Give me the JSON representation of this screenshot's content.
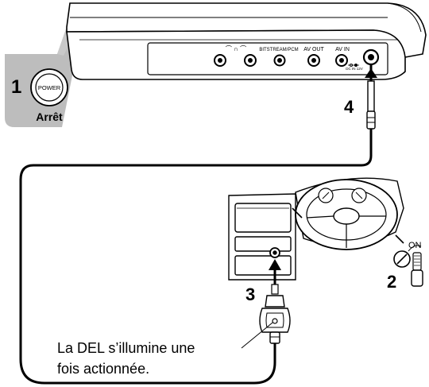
{
  "callout": {
    "step_number": "1",
    "button_text": "POWER",
    "caption": "Arrêt"
  },
  "device": {
    "jack_labels": {
      "headphone": "⌒ ∩ ⌒",
      "bitstream": "BITSTREAM/PCM",
      "av_out": "AV OUT",
      "av_in": "AV IN",
      "dc_in": "DC IN 12V"
    }
  },
  "steps": {
    "connect_dc": "4",
    "ignition": "2",
    "cigarette_socket": "3"
  },
  "ignition_state": "ON",
  "note": {
    "line1": "La DEL s’illumine une",
    "line2": "fois actionnée."
  }
}
